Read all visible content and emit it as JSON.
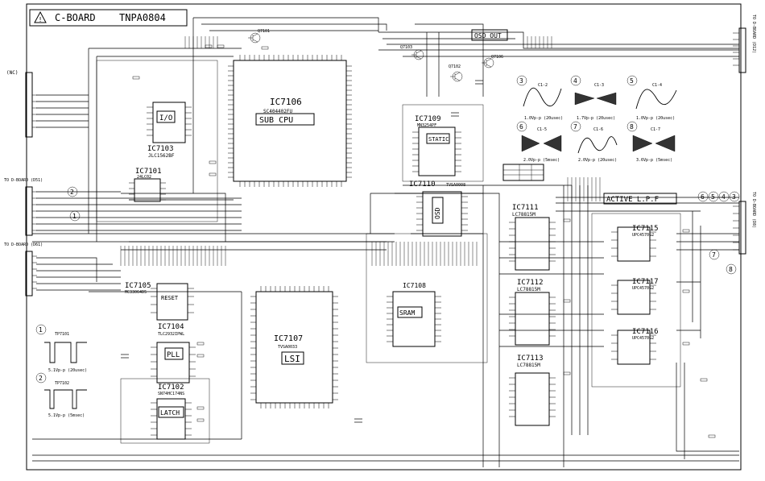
{
  "board": {
    "title": "C-BOARD",
    "part_no": "TNPA0804"
  },
  "sections": {
    "osd_out": "OSD OUT",
    "active_lpf": "ACTIVE L.P.F"
  },
  "chips": [
    {
      "id": "IC7106",
      "function": "SUB CPU",
      "part": "SC404402FU"
    },
    {
      "id": "IC7103",
      "function": "I/O",
      "part": "JLC1562BF"
    },
    {
      "id": "IC7101",
      "function": "",
      "part": "24LC02"
    },
    {
      "id": "IC7109",
      "function": "STATIC",
      "part": "MN3254PF"
    },
    {
      "id": "IC7110",
      "function": "OSD",
      "part": "TVSA0008"
    },
    {
      "id": "IC7111",
      "function": "",
      "part": "LC78815M"
    },
    {
      "id": "IC7112",
      "function": "",
      "part": "LC78815M"
    },
    {
      "id": "IC7113",
      "function": "",
      "part": "LC78815M"
    },
    {
      "id": "IC7105",
      "function": "RESET",
      "part": "MC33064D5"
    },
    {
      "id": "IC7104",
      "function": "PLL",
      "part": "TLC2932IPWL"
    },
    {
      "id": "IC7102",
      "function": "LATCH",
      "part": "SN74HC174NS"
    },
    {
      "id": "IC7107",
      "function": "LSI",
      "part": "TVSA0033"
    },
    {
      "id": "IC7108",
      "function": "SRAM",
      "part": ""
    },
    {
      "id": "IC7115",
      "function": "",
      "part": "UPC4570G2"
    },
    {
      "id": "IC7117",
      "function": "",
      "part": "UPC4570G2"
    },
    {
      "id": "IC7116",
      "function": "",
      "part": "UPC4570G2"
    }
  ],
  "connectors": [
    {
      "label": "TO D-BOARD (D12)"
    },
    {
      "label": "TO D-BOARD (D51)"
    },
    {
      "label": "TO D-BOARD (D61)"
    },
    {
      "label": "TO D-BOARD (D8)"
    },
    {
      "label": "(NC)"
    }
  ],
  "waveforms": [
    {
      "num": "3",
      "node": "C1-2",
      "caption": "1.0Vp-p (20usec)",
      "shape": "sine"
    },
    {
      "num": "4",
      "node": "C1-3",
      "caption": "1.7Vp-p (20usec)",
      "shape": "burst"
    },
    {
      "num": "5",
      "node": "C1-4",
      "caption": "1.0Vp-p (20usec)",
      "shape": "sine"
    },
    {
      "num": "6",
      "node": "C1-5",
      "caption": "2.0Vp-p (5msec)",
      "shape": "burst"
    },
    {
      "num": "7",
      "node": "C1-6",
      "caption": "2.0Vp-p (20usec)",
      "shape": "sine"
    },
    {
      "num": "8",
      "node": "C1-7",
      "caption": "3.6Vp-p (5msec)",
      "shape": "burst"
    },
    {
      "num": "1",
      "node": "TP7101",
      "caption": "5.1Vp-p (20usec)",
      "shape": "pulse"
    },
    {
      "num": "2",
      "node": "TP7102",
      "caption": "5.1Vp-p (5msec)",
      "shape": "pulse"
    }
  ],
  "transistors": [
    "Q7101",
    "Q7102",
    "Q7103",
    "Q7106"
  ],
  "test_markers": [
    "1",
    "2",
    "3",
    "4",
    "5",
    "6",
    "7",
    "8"
  ]
}
